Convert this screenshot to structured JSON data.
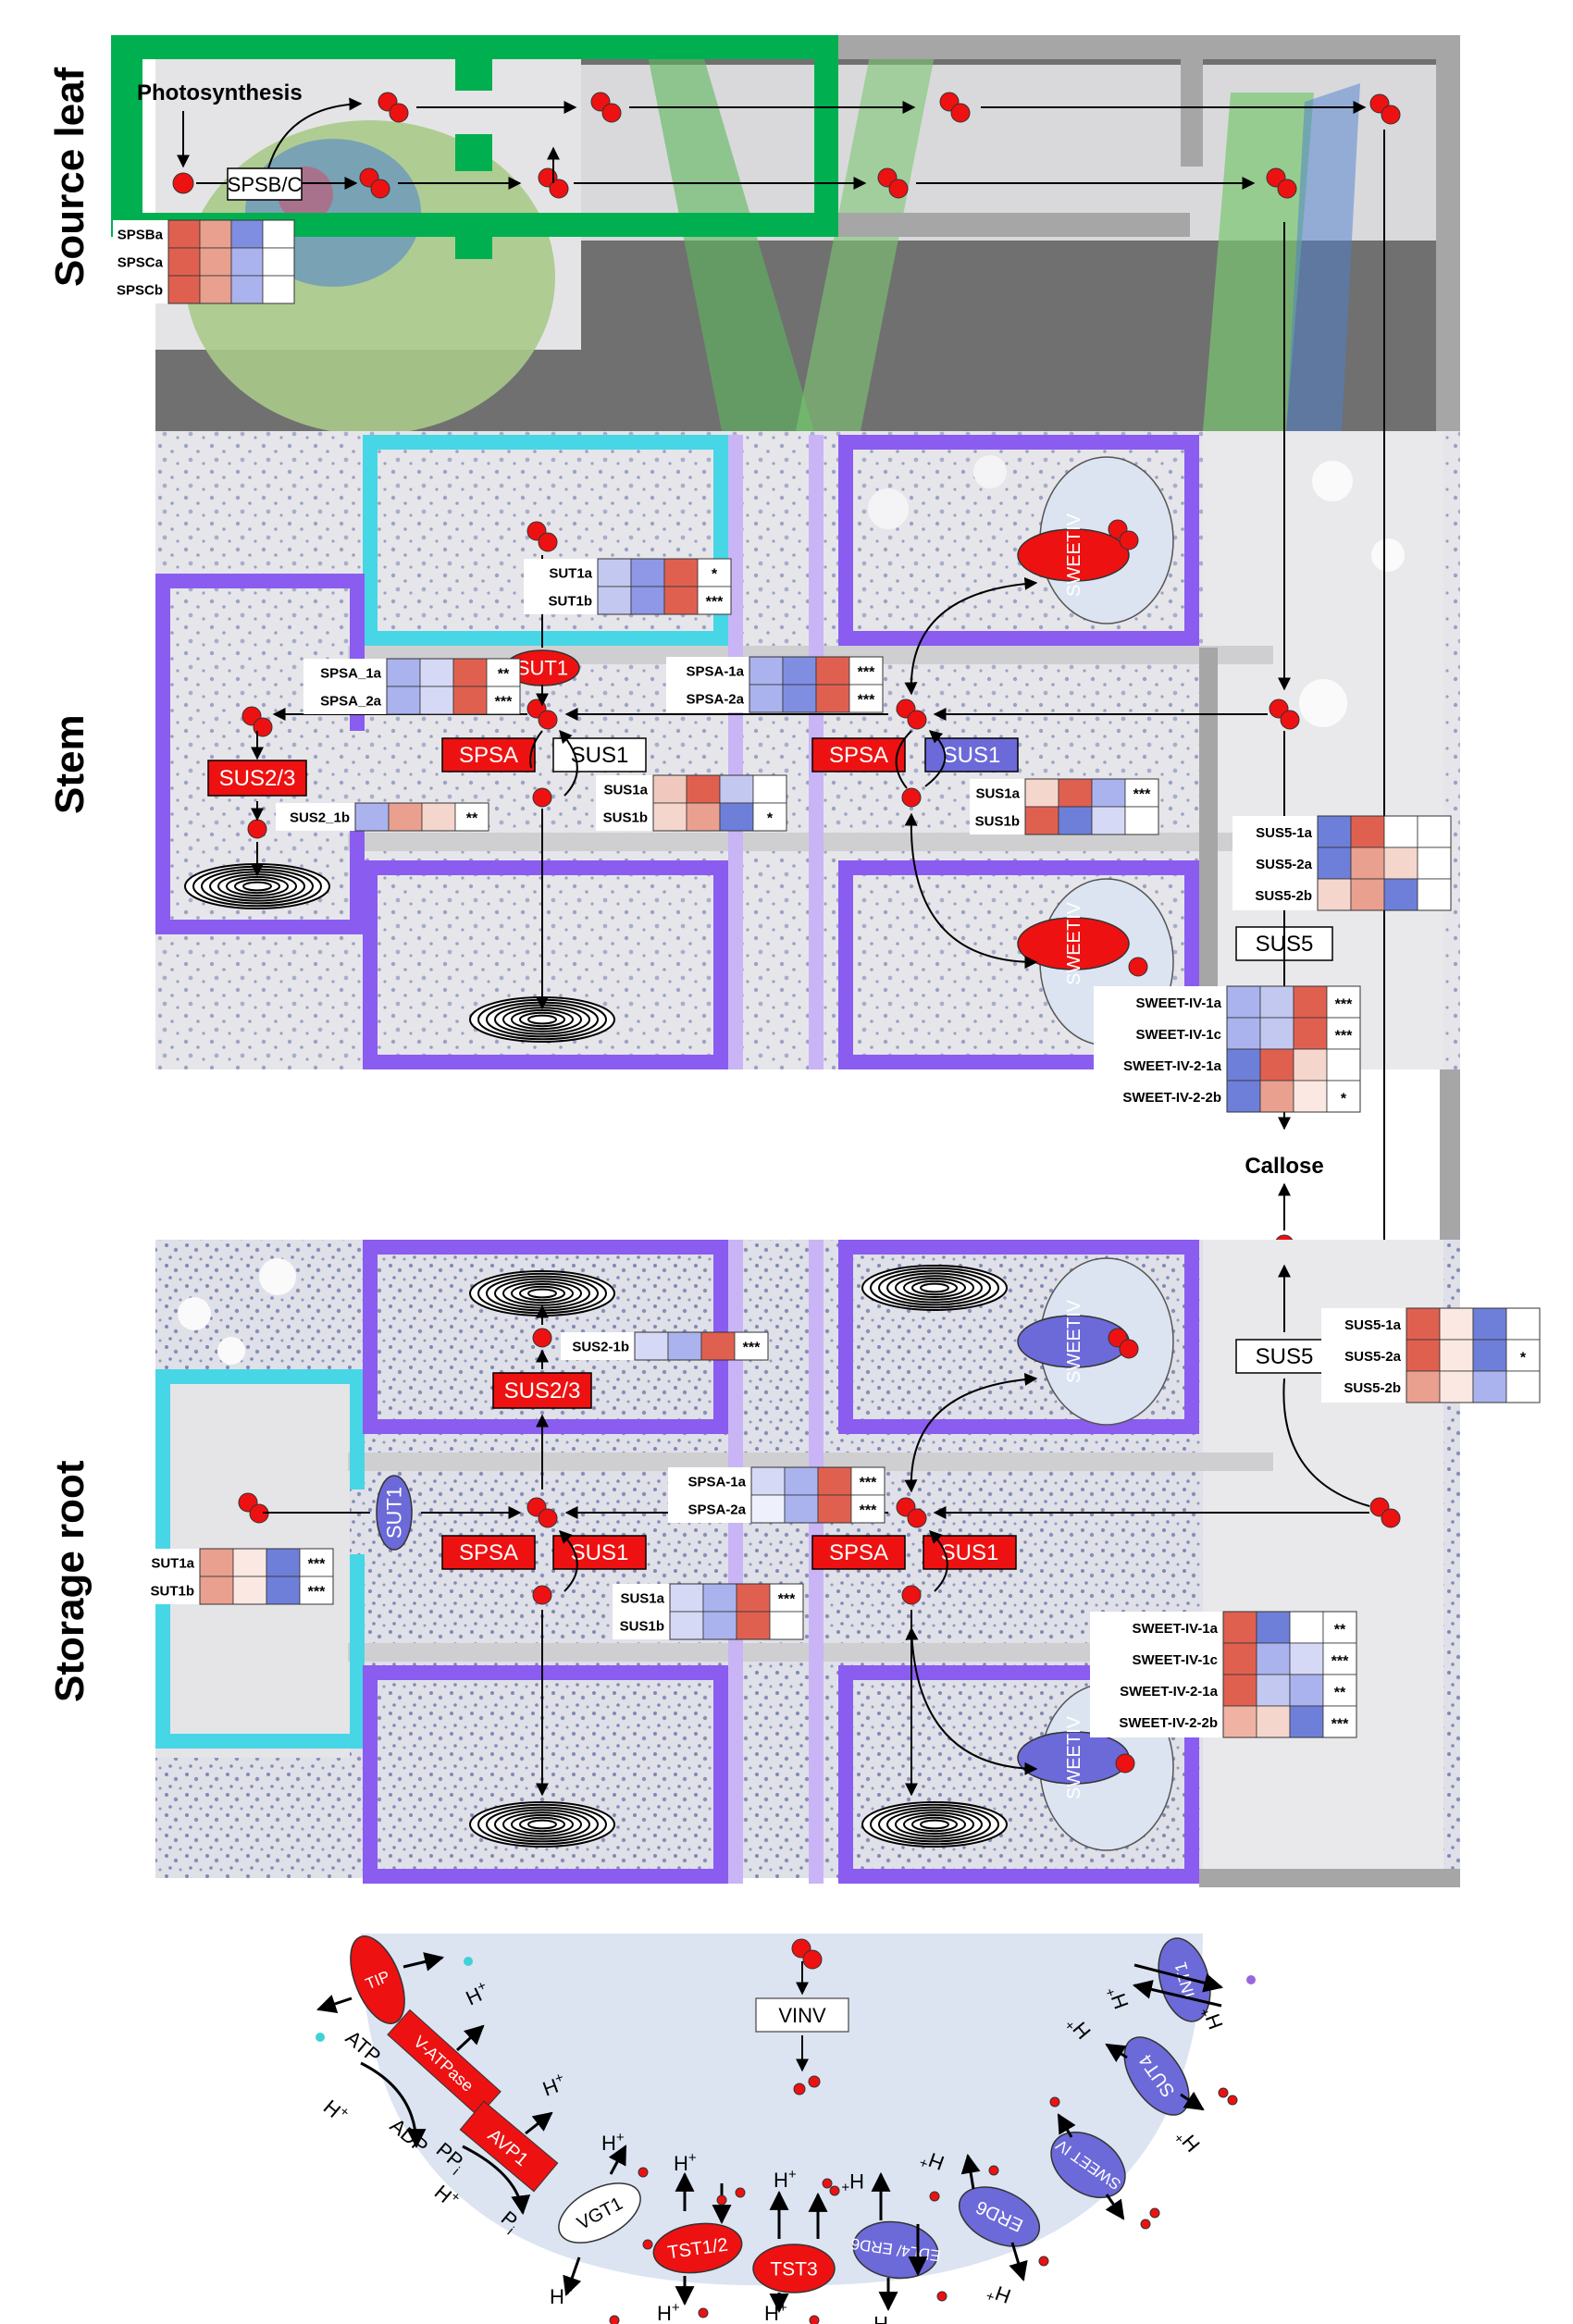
{
  "regions": {
    "source_leaf": "Source leaf",
    "stem": "Stem",
    "storage_root": "Storage root"
  },
  "source_leaf": {
    "photosynthesis": "Photosynthesis",
    "spsbc_box": "SPSB/C",
    "heatmap": {
      "rows": [
        "SPSBa",
        "SPSCa",
        "SPSCb"
      ],
      "cells": [
        [
          "#e06050",
          "#e9a08f",
          "#7f8ee0",
          "#ffffff"
        ],
        [
          "#e06050",
          "#e9a08f",
          "#aab3ee",
          "#ffffff"
        ],
        [
          "#e06050",
          "#e9a08f",
          "#aab3ee",
          "#ffffff"
        ]
      ],
      "stars": [
        "",
        "",
        ""
      ]
    }
  },
  "stem": {
    "sut1": "SUT1",
    "spsa_left": "SPSA",
    "sus1_left": "SUS1",
    "spsa_right": "SPSA",
    "sus1_right": "SUS1",
    "sus23": "SUS2/3",
    "sweet_top": "SWEETIV",
    "sweet_bottom": "SWEETIV",
    "sus5": "SUS5",
    "callose": "Callose",
    "hm_sut1": {
      "rows": [
        "SUT1a",
        "SUT1b"
      ],
      "cells": [
        [
          "#c3c8f0",
          "#8e98e6",
          "#e06050",
          "#ffffff"
        ],
        [
          "#c3c8f0",
          "#8e98e6",
          "#e06050",
          "#ffffff"
        ]
      ],
      "stars": [
        "*",
        "***"
      ]
    },
    "hm_spsa_left": {
      "rows": [
        "SPSA_1a",
        "SPSA_2a"
      ],
      "cells": [
        [
          "#aab3ee",
          "#d6d9f5",
          "#e06050",
          "#ffffff"
        ],
        [
          "#aab3ee",
          "#d6d9f5",
          "#e06050",
          "#ffffff"
        ]
      ],
      "stars": [
        "**",
        "***"
      ]
    },
    "hm_spsa_right": {
      "rows": [
        "SPSA-1a",
        "SPSA-2a"
      ],
      "cells": [
        [
          "#aab3ee",
          "#7f8ee0",
          "#e06050",
          "#ffffff"
        ],
        [
          "#aab3ee",
          "#7f8ee0",
          "#e06050",
          "#ffffff"
        ]
      ],
      "stars": [
        "***",
        "***"
      ]
    },
    "hm_sus1_left": {
      "rows": [
        "SUS1a",
        "SUS1b"
      ],
      "cells": [
        [
          "#f0c8bd",
          "#e06050",
          "#c3c8f0",
          "#ffffff"
        ],
        [
          "#f5d6cd",
          "#e9a08f",
          "#6e7fd9",
          "#ffffff"
        ]
      ],
      "stars": [
        "",
        "*"
      ]
    },
    "hm_sus1_right": {
      "rows": [
        "SUS1a",
        "SUS1b"
      ],
      "cells": [
        [
          "#f5d6cd",
          "#e06050",
          "#aab3ee",
          "#ffffff"
        ],
        [
          "#e06050",
          "#6e7fd9",
          "#d6d9f5",
          "#ffffff"
        ]
      ],
      "stars": [
        "***",
        ""
      ]
    },
    "hm_sus2": {
      "rows": [
        "SUS2_1b"
      ],
      "cells": [
        [
          "#aab3ee",
          "#e9a08f",
          "#f5d6cd",
          "#ffffff"
        ]
      ],
      "stars": [
        "**"
      ]
    },
    "hm_sus5": {
      "rows": [
        "SUS5-1a",
        "SUS5-2a",
        "SUS5-2b"
      ],
      "cells": [
        [
          "#6e7fd9",
          "#e06050",
          "#ffffff",
          "#ffffff"
        ],
        [
          "#6e7fd9",
          "#e9a08f",
          "#f5d6cd",
          "#ffffff"
        ],
        [
          "#f5d6cd",
          "#e9a08f",
          "#6e7fd9",
          "#ffffff"
        ]
      ],
      "stars": [
        "",
        "",
        ""
      ]
    },
    "hm_sweet": {
      "rows": [
        "SWEET-IV-1a",
        "SWEET-IV-1c",
        "SWEET-IV-2-1a",
        "SWEET-IV-2-2b"
      ],
      "cells": [
        [
          "#aab3ee",
          "#c3c8f0",
          "#e06050",
          "#ffffff"
        ],
        [
          "#aab3ee",
          "#c3c8f0",
          "#e06050",
          "#ffffff"
        ],
        [
          "#6e7fd9",
          "#e06050",
          "#f5d6cd",
          "#ffffff"
        ],
        [
          "#6e7fd9",
          "#e9a08f",
          "#fbe8e2",
          "#ffffff"
        ]
      ],
      "stars": [
        "***",
        "***",
        "",
        "*"
      ]
    }
  },
  "root": {
    "sut1": "SUT1",
    "spsa_left": "SPSA",
    "sus1_left": "SUS1",
    "spsa_right": "SPSA",
    "sus1_right": "SUS1",
    "sus23": "SUS2/3",
    "sweet_top": "SWEETIV",
    "sweet_bottom": "SWEETIV",
    "sus5": "SUS5",
    "hm_sus2": {
      "rows": [
        "SUS2-1b"
      ],
      "cells": [
        [
          "#d6d9f5",
          "#aab3ee",
          "#e06050",
          "#ffffff"
        ]
      ],
      "stars": [
        "***"
      ]
    },
    "hm_spsa": {
      "rows": [
        "SPSA-1a",
        "SPSA-2a"
      ],
      "cells": [
        [
          "#d6d9f5",
          "#aab3ee",
          "#e06050",
          "#ffffff"
        ],
        [
          "#eef0fb",
          "#aab3ee",
          "#e06050",
          "#ffffff"
        ]
      ],
      "stars": [
        "***",
        "***"
      ]
    },
    "hm_sut1": {
      "rows": [
        "SUT1a",
        "SUT1b"
      ],
      "cells": [
        [
          "#e9a08f",
          "#fbe8e2",
          "#6e7fd9",
          "#ffffff"
        ],
        [
          "#e9a08f",
          "#fbe8e2",
          "#6e7fd9",
          "#ffffff"
        ]
      ],
      "stars": [
        "***",
        "***"
      ]
    },
    "hm_sus1": {
      "rows": [
        "SUS1a",
        "SUS1b"
      ],
      "cells": [
        [
          "#d6d9f5",
          "#aab3ee",
          "#e06050",
          "#ffffff"
        ],
        [
          "#d6d9f5",
          "#aab3ee",
          "#e06050",
          "#ffffff"
        ]
      ],
      "stars": [
        "***",
        ""
      ]
    },
    "hm_sus5": {
      "rows": [
        "SUS5-1a",
        "SUS5-2a",
        "SUS5-2b"
      ],
      "cells": [
        [
          "#e06050",
          "#fbe8e2",
          "#6e7fd9",
          "#ffffff"
        ],
        [
          "#e06050",
          "#fbe8e2",
          "#6e7fd9",
          "#ffffff"
        ],
        [
          "#e9a08f",
          "#fbe8e2",
          "#aab3ee",
          "#ffffff"
        ]
      ],
      "stars": [
        "",
        "*",
        ""
      ]
    },
    "hm_sweet": {
      "rows": [
        "SWEET-IV-1a",
        "SWEET-IV-1c",
        "SWEET-IV-2-1a",
        "SWEET-IV-2-2b"
      ],
      "cells": [
        [
          "#e06050",
          "#6e7fd9",
          "#ffffff",
          "#ffffff"
        ],
        [
          "#e06050",
          "#aab3ee",
          "#d6d9f5",
          "#ffffff"
        ],
        [
          "#e06050",
          "#c3c8f0",
          "#aab3ee",
          "#ffffff"
        ],
        [
          "#f0b3a3",
          "#f5d6cd",
          "#6e7fd9",
          "#ffffff"
        ]
      ],
      "stars": [
        "**",
        "***",
        "**",
        "***"
      ]
    }
  },
  "vacuole": {
    "vinv": "VINV",
    "tip": "TIP",
    "vatpase": "V-ATPase",
    "avp1": "AVP1",
    "vgt1": "VGT1",
    "tst12": "TST1/2",
    "tst3": "TST3",
    "edl4": "EDL4/ ERD6",
    "erd6": "ERD6",
    "sweetiv": "SWEET IV",
    "sut4": "SUT4",
    "int1": "INT1",
    "atp": "ATP",
    "adp": "ADP",
    "ppi": "PP",
    "pi": "P",
    "i_sub": "i",
    "hplus": "H",
    "plus": "+"
  },
  "colors": {
    "red": "#ee1111",
    "blue": "#6c6ad8",
    "green": "#00b050",
    "cyan": "#47d6e6",
    "purple": "#8a5cf0",
    "lightpurple": "#c9b4f6",
    "gray": "#a6a6a6",
    "vacuole": "#dce4f2"
  }
}
